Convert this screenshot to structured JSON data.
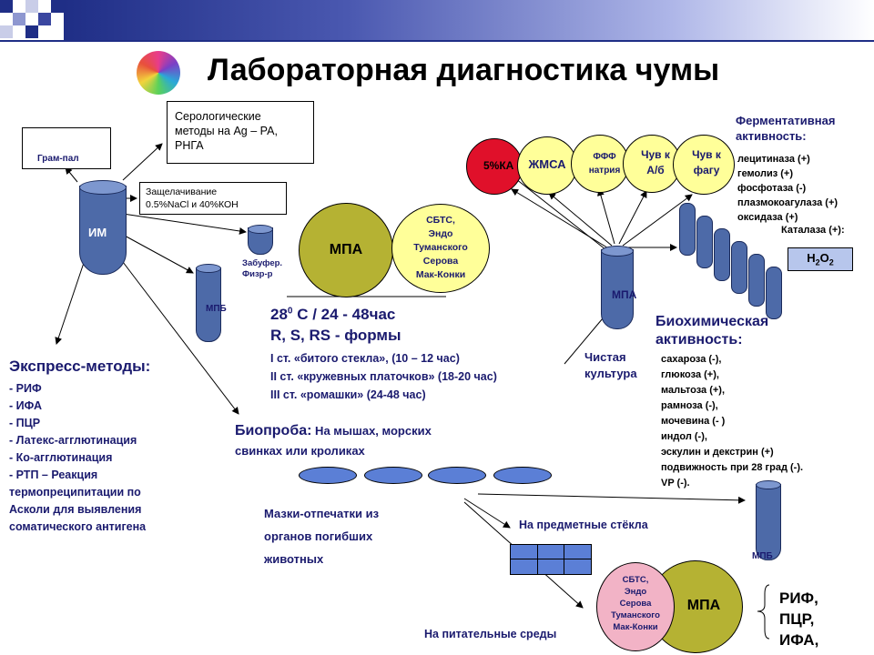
{
  "title": "Лабораторная диагностика чумы",
  "colors": {
    "tube": "#4d6aa8",
    "tube_top": "#7d97cf",
    "olive": "#b5b233",
    "pale_yellow": "#ffff99",
    "pink": "#f2b3c6",
    "red_circle": "#e0102a",
    "dish": "#5b7fd6",
    "header_bar": "#1f2e86"
  },
  "left": {
    "gram": "Грам-пал",
    "im": "ИМ",
    "mpb": "МПБ",
    "zabufer": [
      "Забуфер.",
      "Физр-р"
    ],
    "serology": [
      "Серологические",
      "методы на Ag – РА,",
      "РНГА"
    ],
    "alkali": [
      "Защелачивание",
      "0.5%NaCl и 40%КОН"
    ],
    "express_title": "Экспресс-методы:",
    "express_items": [
      "- РИФ",
      "- ИФА",
      "- ПЦР",
      "- Латекс-агглютинация",
      "- Ко-агглютинация",
      "- РТП – Реакция",
      "термопреципитации по",
      "Асколи для выявления",
      "соматического антигена"
    ]
  },
  "center": {
    "mpa": "МПА",
    "sbts": [
      "СБТС,",
      "Эндо",
      "Туманского",
      "Серова",
      "Мак-Конки"
    ],
    "temp_main": "28",
    "temp_sup": "0",
    "temp_rest": " С / 24 - 48час",
    "forms": "R, S, RS - формы",
    "stages": [
      "I ст. «битого стекла», (10 – 12 час)",
      "II ст. «кружевных платочков» (18-20 час)",
      "III ст. «ромашки» (24-48 час)"
    ],
    "bioproba_title": "Биопроба:",
    "bioproba_text": [
      " На мышах, морских",
      "свинках или кроликах"
    ],
    "smears": [
      "Мазки-отпечатки из",
      "органов погибших",
      "животных"
    ],
    "slides": "На предметные стёкла",
    "media": "На питательные среды"
  },
  "right": {
    "circles": [
      "5%КА",
      "ЖМСА",
      "ФФФ натрия",
      "Чув к А/б",
      "Чув к фагу"
    ],
    "mpa_tube": "МПА",
    "pure_culture": [
      "Чистая",
      "культура"
    ],
    "enzyme_title": [
      "Ферментативная",
      "активность:"
    ],
    "enzymes": [
      "лецитиназа (+)",
      "гемолиз (+)",
      "фосфотаза (-)",
      "плазмокоагулаза (+)",
      "оксидаза (+)"
    ],
    "catalase": "Каталаза (+):",
    "h2o2": [
      "H",
      "2",
      "O",
      "2"
    ],
    "biochem_title": [
      "Биохимическая",
      "активность:"
    ],
    "biochem": [
      "сахароза (-),",
      "глюкоза (+),",
      "мальтоза (+),",
      "рамноза (-),",
      "мочевина (- )",
      "индол (-),",
      "эскулин и декстрин (+)",
      "подвижность при 28 град (-).",
      "VP (-)."
    ],
    "mpb": "МПБ",
    "sbts2": [
      "СБТС,",
      "Эндо",
      "Серова",
      "Туманского",
      "Мак-Конки"
    ],
    "mpa2": "МПА",
    "final": [
      "РИФ,",
      "ПЦР,",
      "ИФА,"
    ]
  }
}
